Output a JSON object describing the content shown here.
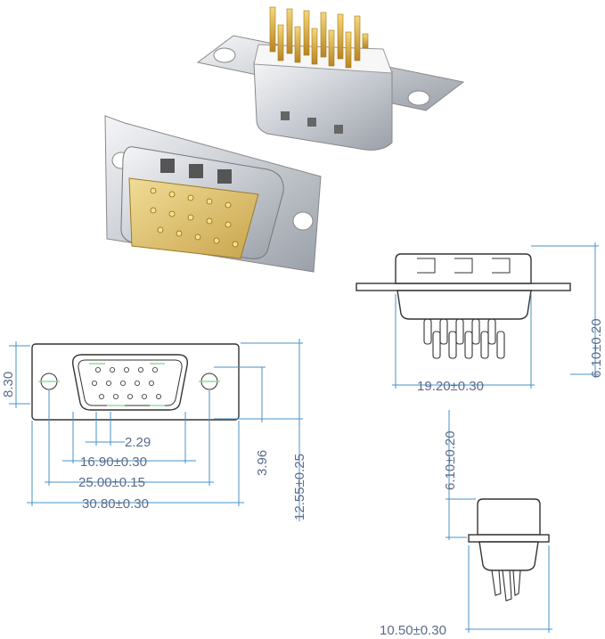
{
  "colors": {
    "dimension_line": "#4a90c8",
    "dimension_text": "#5b6b8a",
    "outline": "#333333",
    "contact_gold": "#d4a030",
    "shell_silver": "#c8ccd2",
    "insulator": "#e8d28a"
  },
  "dimensions": {
    "front_height_flange": "8.30",
    "pin_pitch": "2.29",
    "shell_height": "3.96",
    "overall_height": "12.55±0.25",
    "shell_width": "16.90±0.30",
    "mounting_hole_spacing": "25.00±0.15",
    "overall_width": "30.80±0.30",
    "side_width": "19.20±0.30",
    "side_height": "6.10±0.20",
    "end_height": "6.10±0.20",
    "end_width": "10.50±0.30"
  }
}
